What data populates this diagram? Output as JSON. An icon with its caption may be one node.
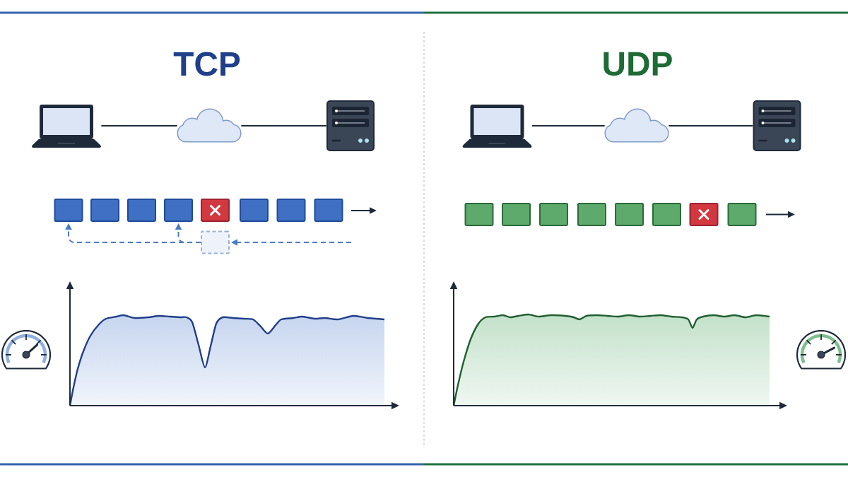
{
  "diagram": {
    "nodes": [
      {
        "text": [],
        "shape": "picture"
      },
      {
        "text": [],
        "shape": "cloud"
      },
      {
        "text": [],
        "shape": "picture"
      },
      {
        "text": [],
        "shape": "box"
      },
      {
        "text": [],
        "shape": "box"
      },
      {
        "text": [],
        "shape": "box"
      },
      {
        "text": [],
        "shape": "box"
      },
      {
        "text": [],
        "shape": "box"
      },
      {
        "text": [],
        "shape": "box"
      },
      {
        "text": [],
        "shape": "box"
      },
      {
        "text": [],
        "shape": "box"
      },
      {
        "text": [],
        "shape": "box"
      },
      {
        "text": [],
        "shape": "picture"
      },
      {
        "text": [],
        "shape": "cloud"
      },
      {
        "text": [],
        "shape": "picture"
      },
      {
        "text": [],
        "shape": "box"
      },
      {
        "text": [],
        "shape": "box"
      },
      {
        "text": [],
        "shape": "box"
      },
      {
        "text": [],
        "shape": "box"
      },
      {
        "text": [],
        "shape": "box"
      },
      {
        "text": [],
        "shape": "box"
      },
      {
        "text": [],
        "shape": "box"
      },
      {
        "text": [],
        "shape": "box"
      }
    ],
    "edges": [
      {
        "from": 0,
        "to": 1,
        "arrow": "none"
      },
      {
        "from": 1,
        "to": 2,
        "arrow": "none"
      },
      {
        "from": null,
        "to": 11,
        "arrow": "to",
        "style": "dashed",
        "color": "#4a7cc4"
      },
      {
        "from": 11,
        "to": 6,
        "arrow": "to",
        "style": "dashed",
        "color": "#4a7cc4"
      },
      {
        "from": 11,
        "to": 3,
        "arrow": "to",
        "style": "dashed",
        "color": "#4a7cc4"
      },
      {
        "from": 12,
        "to": 13,
        "arrow": "none"
      },
      {
        "from": 13,
        "to": 14,
        "arrow": "none"
      }
    ],
    "labels": [
      "TCP",
      "UDP"
    ]
  }
}
